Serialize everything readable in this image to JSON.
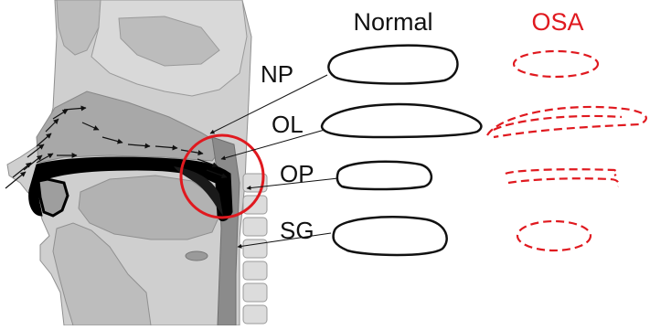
{
  "columns": {
    "normal_heading": "Normal",
    "osa_heading": "OSA"
  },
  "sites": [
    {
      "id": "np",
      "label": "NP"
    },
    {
      "id": "ol",
      "label": "OL"
    },
    {
      "id": "op",
      "label": "OP"
    },
    {
      "id": "sg",
      "label": "SG"
    }
  ],
  "colors": {
    "normal": "#111111",
    "osa": "#e0191f",
    "anatomy_light": "#c8c8c8",
    "anatomy_mid": "#a9a9a9",
    "anatomy_dark": "#8a8a8a",
    "palate": "#000000"
  },
  "icons": {
    "airflow": "airflow-arrow-icon",
    "pointer": "pointer-arrow-icon",
    "highlight": "red-circle-highlight"
  }
}
